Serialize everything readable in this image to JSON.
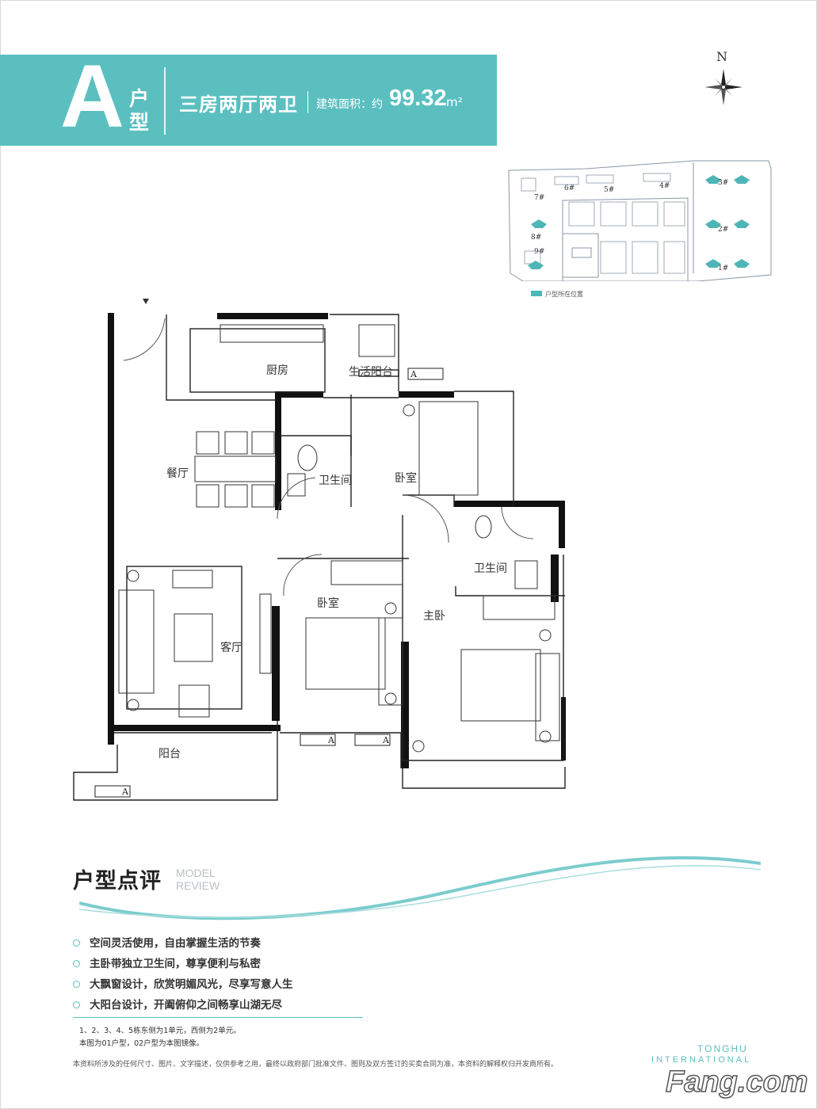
{
  "header": {
    "type_letter": "A",
    "type_suffix": "户型",
    "layout_name": "三房两厅两卫",
    "area_label": "建筑面积：约",
    "area_value": "99.32",
    "area_unit": "m²",
    "band_color": "#5bbfc0"
  },
  "compass": {
    "north_label": "N",
    "icon": "compass-rose-icon"
  },
  "site_plan": {
    "buildings": [
      "1#",
      "2#",
      "3#",
      "4#",
      "5#",
      "6#",
      "7#",
      "8#",
      "9#"
    ],
    "legend_text": "户型所在位置",
    "legend_color": "#4fb5b6"
  },
  "floor_plan": {
    "rooms": {
      "kitchen": "厨房",
      "service_balcony": "生活阳台",
      "dining": "餐厅",
      "bathroom_1": "卫生间",
      "bedroom_1": "卧室",
      "bathroom_2": "卫生间",
      "bedroom_2": "卧室",
      "master": "主卧",
      "living": "客厅",
      "balcony": "阳台"
    },
    "ac_tag": "A"
  },
  "review": {
    "title": "户型点评",
    "title_en_1": "MODEL",
    "title_en_2": "REVIEW",
    "points": [
      "空间灵活使用，自由掌握生活的节奏",
      "主卧带独立卫生间，尊享便利与私密",
      "大飘窗设计，欣赏明媚风光，尽享写意人生",
      "大阳台设计，开阖俯仰之间畅享山湖无尽"
    ],
    "note_1": "1、2、3、4、5栋东侧为1单元，西侧为2单元。",
    "note_2": "本图为01户型，02户型为本图镜像。",
    "disclaimer": "本资料所涉及的任何尺寸、图片、文字描述，仅供参考之用，最终以政府部门批准文件、图则及双方签订的买卖合同为准，本资料的解释权归开发商所有。"
  },
  "brand": {
    "line1": "TONGHU",
    "line2": "INTERNATIONAL",
    "watermark": "Fang.com"
  }
}
